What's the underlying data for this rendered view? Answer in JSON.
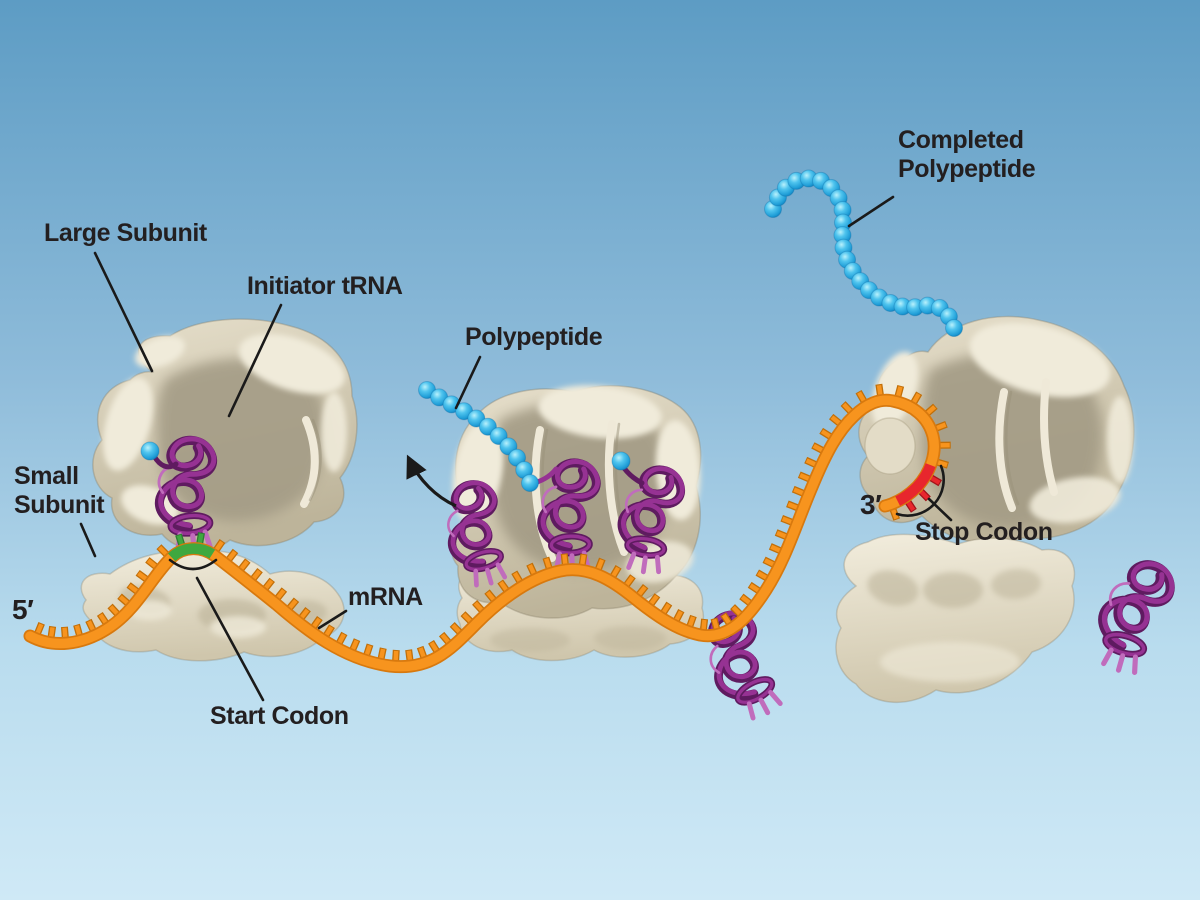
{
  "labels": {
    "large_subunit": "Large Subunit",
    "initiator_trna": "Initiator tRNA",
    "small_subunit": "Small Subunit",
    "five_prime": "5′",
    "mrna": "mRNA",
    "start_codon": "Start Codon",
    "polypeptide": "Polypeptide",
    "completed_polypeptide": "Completed Polypeptide",
    "three_prime": "3′",
    "stop_codon": "Stop Codon"
  },
  "colors": {
    "background_top": "#5d9cc4",
    "background_bottom": "#cfe9f6",
    "mrna": "#F7941E",
    "mrna_dark": "#D8790E",
    "trna_dark": "#5F1B60",
    "trna_mid": "#963293",
    "trna_light": "#C06CBC",
    "bead_main": "#2FB3E8",
    "bead_light": "#A5EDFA",
    "bead_dark": "#0E7EBB",
    "ribosome_light": "#F0EBDA",
    "ribosome_base": "#CDC5AB",
    "ribosome_dark": "#A49C86",
    "start_codon_green": "#3FA83F",
    "stop_codon_red": "#E8262D",
    "label": "#231F20",
    "leader_line": "#1A1A1A"
  },
  "illustration": {
    "polypeptide_bead_count": 11,
    "completed_polypeptide_bead_count": 24,
    "ribosome_trna_count": 3,
    "free_trna_count": 2,
    "start_codon_tick_count": 3,
    "stop_codon_tick_count": 4
  }
}
